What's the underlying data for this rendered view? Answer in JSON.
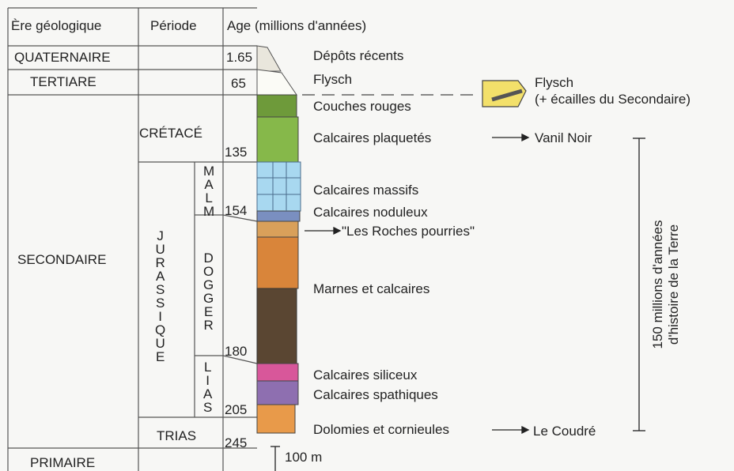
{
  "headers": {
    "era": "Ère géologique",
    "period": "Période",
    "age": "Age (millions d'années)"
  },
  "eras": {
    "quaternaire": "QUATERNAIRE",
    "tertiaire": "TERTIARE",
    "secondaire": "SECONDAIRE",
    "primaire": "PRIMAIRE"
  },
  "periods": {
    "cretace": "CRÉTACÉ",
    "jurassique": "JURASSIQUE",
    "malm": "MALM",
    "dogger": "DOGGER",
    "lias": "LIAS",
    "trias": "TRIAS"
  },
  "ages": {
    "a1": "1.65",
    "a2": "65",
    "a3": "135",
    "a4": "154",
    "a5": "180",
    "a6": "205",
    "a7": "245"
  },
  "layers": {
    "depots": "Dépôts récents",
    "flysch": "Flysch",
    "couches_rouges": "Couches rouges",
    "plaquetes": "Calcaires plaquetés",
    "massifs": "Calcaires massifs",
    "noduleux": "Calcaires noduleux",
    "roches": "\"Les Roches pourries\"",
    "marnes": "Marnes et calcaires",
    "siliceux": "Calcaires siliceux",
    "spathiques": "Calcaires spathiques",
    "dolomies": "Dolomies et cornieules"
  },
  "annotations": {
    "flysch_title": "Flysch",
    "flysch_sub": "(+ écailles du Secondaire)",
    "vanil": "Vanil Noir",
    "coudre": "Le Coudré",
    "scale": "100 m",
    "span_line1": "150 millions d'années",
    "span_line2": "d'histoire de la Terre"
  },
  "colors": {
    "line": "#333333",
    "green_dark": "#6e9a3a",
    "green": "#86b84a",
    "blue": "#a8d8f0",
    "orange": "#d9853a",
    "brown": "#5a4632",
    "pink": "#d8579a",
    "purple": "#8e6fb0",
    "yellow": "#f3e06a"
  }
}
